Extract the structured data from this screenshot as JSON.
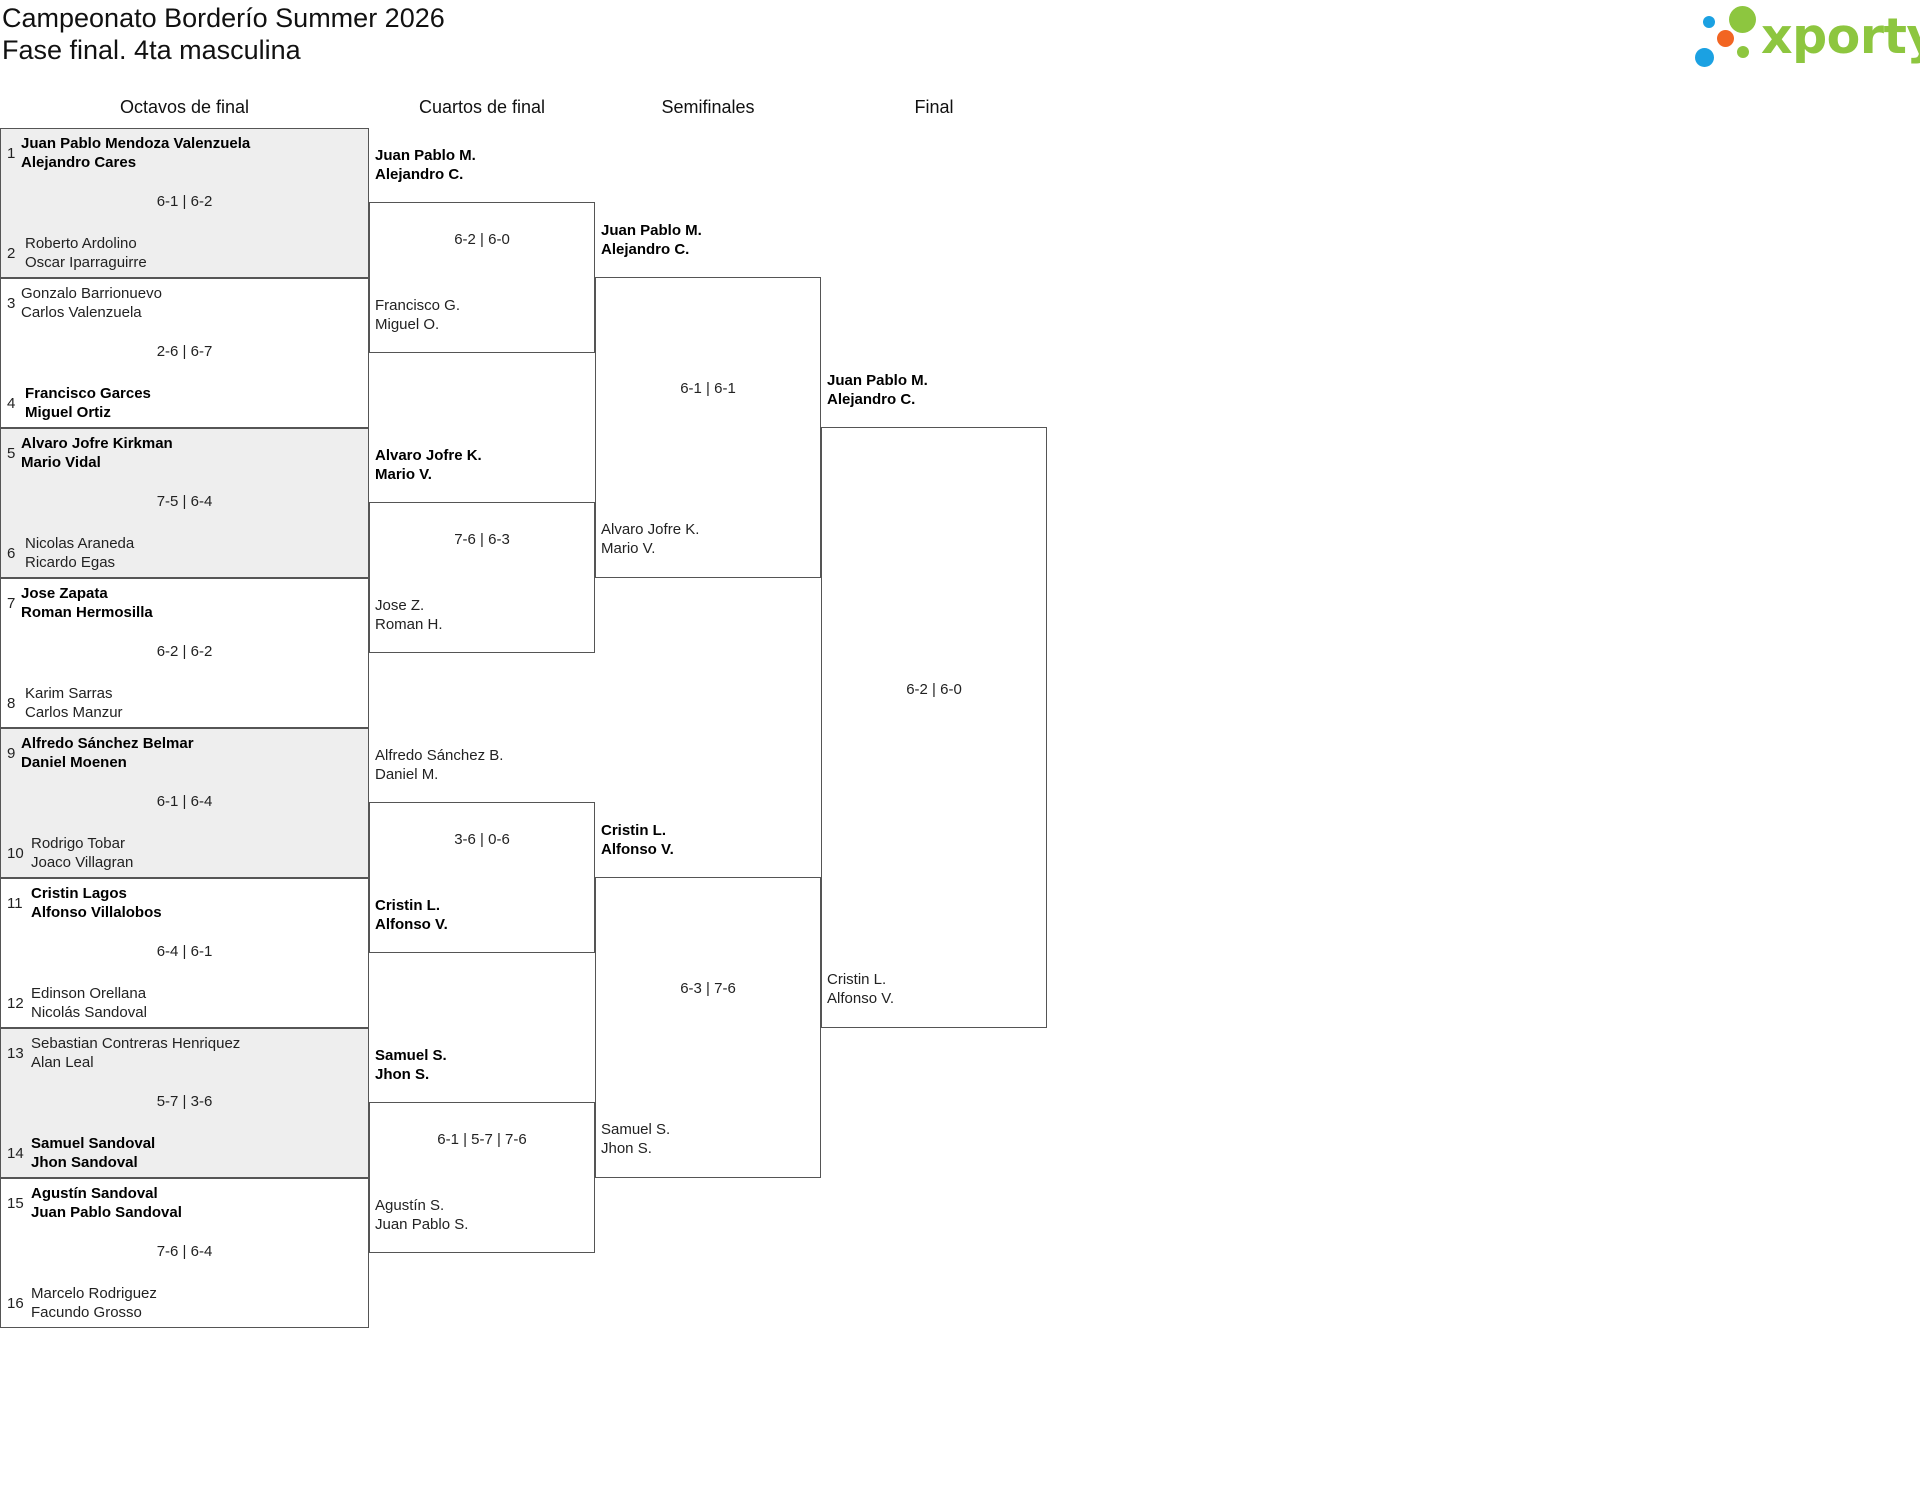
{
  "header": {
    "title_line1": "Campeonato Borderío Summer 2026",
    "title_line2": "Fase final. 4ta masculina"
  },
  "logo": {
    "text": "xporty",
    "colors": {
      "green": "#8dc63f",
      "blue": "#1ba1e2",
      "orange": "#f26522"
    }
  },
  "rounds": [
    "Octavos de final",
    "Cuartos de final",
    "Semifinales",
    "Final"
  ],
  "round_of_16": [
    {
      "seed_top": "1",
      "seed_bottom": "2",
      "top": [
        "Juan Pablo Mendoza Valenzuela",
        "Alejandro Cares"
      ],
      "bottom": [
        "Roberto Ardolino",
        "Oscar Iparraguirre"
      ],
      "score": "6-1 | 6-2",
      "winner": "top",
      "shaded": true
    },
    {
      "seed_top": "3",
      "seed_bottom": "4",
      "top": [
        "Gonzalo Barrionuevo",
        "Carlos Valenzuela"
      ],
      "bottom": [
        "Francisco Garces",
        "Miguel Ortiz"
      ],
      "score": "2-6 | 6-7",
      "winner": "bottom",
      "shaded": false
    },
    {
      "seed_top": "5",
      "seed_bottom": "6",
      "top": [
        "Alvaro Jofre Kirkman",
        "Mario Vidal"
      ],
      "bottom": [
        "Nicolas Araneda",
        "Ricardo Egas"
      ],
      "score": "7-5 | 6-4",
      "winner": "top",
      "shaded": true
    },
    {
      "seed_top": "7",
      "seed_bottom": "8",
      "top": [
        "Jose Zapata",
        "Roman Hermosilla"
      ],
      "bottom": [
        "Karim Sarras",
        "Carlos Manzur"
      ],
      "score": "6-2 | 6-2",
      "winner": "top",
      "shaded": false
    },
    {
      "seed_top": "9",
      "seed_bottom": "10",
      "top": [
        "Alfredo Sánchez Belmar",
        "Daniel Moenen"
      ],
      "bottom": [
        "Rodrigo Tobar",
        "Joaco Villagran"
      ],
      "score": "6-1 | 6-4",
      "winner": "top",
      "shaded": true
    },
    {
      "seed_top": "11",
      "seed_bottom": "12",
      "top": [
        "Cristin Lagos",
        "Alfonso Villalobos"
      ],
      "bottom": [
        "Edinson Orellana",
        "Nicolás Sandoval"
      ],
      "score": "6-4 | 6-1",
      "winner": "top",
      "shaded": false
    },
    {
      "seed_top": "13",
      "seed_bottom": "14",
      "top": [
        "Sebastian Contreras Henriquez",
        "Alan Leal"
      ],
      "bottom": [
        "Samuel Sandoval",
        "Jhon Sandoval"
      ],
      "score": "5-7 | 3-6",
      "winner": "bottom",
      "shaded": true
    },
    {
      "seed_top": "15",
      "seed_bottom": "16",
      "top": [
        "Agustín Sandoval",
        "Juan Pablo Sandoval"
      ],
      "bottom": [
        "Marcelo Rodriguez",
        "Facundo Grosso"
      ],
      "score": "7-6 | 6-4",
      "winner": "top",
      "shaded": false
    }
  ],
  "quarterfinals": [
    {
      "top": [
        "Juan Pablo M.",
        "Alejandro C."
      ],
      "bottom": [
        "Francisco G.",
        "Miguel O."
      ],
      "score": "6-2 | 6-0",
      "winner": "top"
    },
    {
      "top": [
        "Alvaro Jofre K.",
        "Mario V."
      ],
      "bottom": [
        "Jose Z.",
        "Roman H."
      ],
      "score": "7-6 | 6-3",
      "winner": "top"
    },
    {
      "top": [
        "Alfredo Sánchez B.",
        "Daniel M."
      ],
      "bottom": [
        "Cristin L.",
        "Alfonso V."
      ],
      "score": "3-6 | 0-6",
      "winner": "bottom"
    },
    {
      "top": [
        "Samuel S.",
        "Jhon S."
      ],
      "bottom": [
        "Agustín S.",
        "Juan Pablo S."
      ],
      "score": "6-1 | 5-7 | 7-6",
      "winner": "top"
    }
  ],
  "semifinals": [
    {
      "top": [
        "Juan Pablo M.",
        "Alejandro C."
      ],
      "bottom": [
        "Alvaro Jofre K.",
        "Mario V."
      ],
      "score": "6-1 | 6-1",
      "winner": "top"
    },
    {
      "top": [
        "Cristin L.",
        "Alfonso V."
      ],
      "bottom": [
        "Samuel S.",
        "Jhon S."
      ],
      "score": "6-3 | 7-6",
      "winner": "top"
    }
  ],
  "final": {
    "top": [
      "Juan Pablo M.",
      "Alejandro C."
    ],
    "bottom": [
      "Cristin L.",
      "Alfonso V."
    ],
    "score": "6-2 | 6-0",
    "winner": "top"
  }
}
